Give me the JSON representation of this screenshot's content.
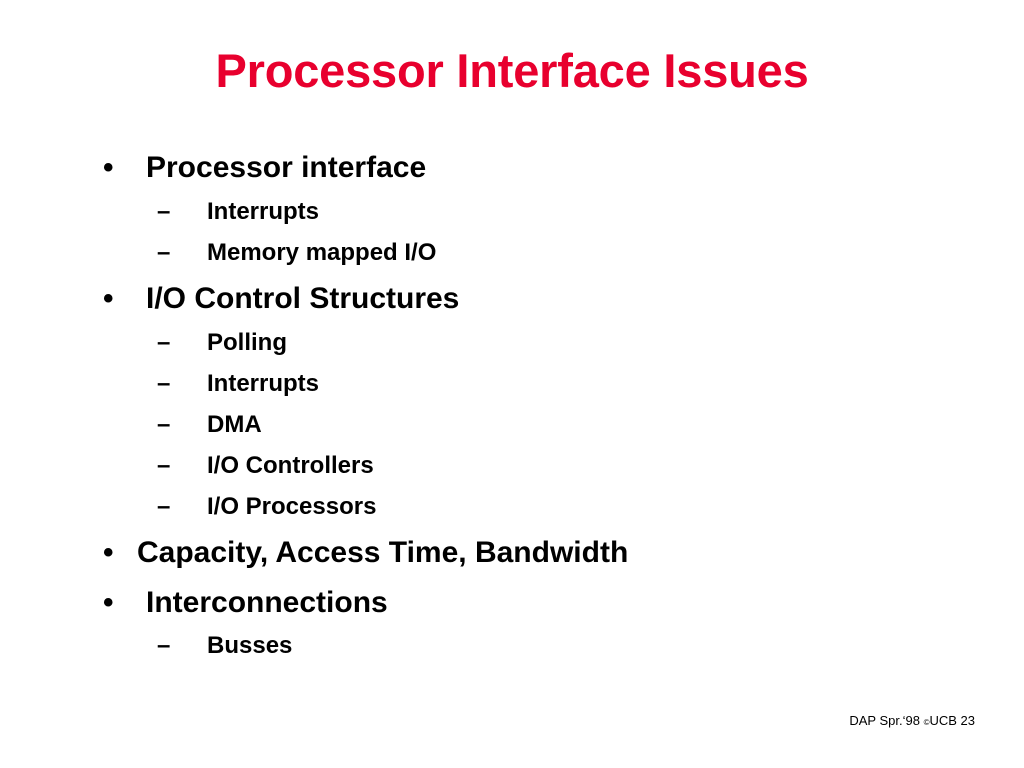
{
  "slide": {
    "title": "Processor Interface Issues",
    "title_color": "#e8002e",
    "bullet_symbol": "•",
    "dash_symbol": "–",
    "items": [
      {
        "text": "Processor interface",
        "level": 1
      },
      {
        "text": "Interrupts",
        "level": 2
      },
      {
        "text": "Memory mapped I/O",
        "level": 2
      },
      {
        "text": "I/O Control Structures",
        "level": 1
      },
      {
        "text": "Polling",
        "level": 2
      },
      {
        "text": "Interrupts",
        "level": 2
      },
      {
        "text": "DMA",
        "level": 2
      },
      {
        "text": "I/O Controllers",
        "level": 2
      },
      {
        "text": "I/O Processors",
        "level": 2
      },
      {
        "text": "Capacity, Access Time, Bandwidth",
        "level": 1
      },
      {
        "text": "Interconnections",
        "level": 1
      },
      {
        "text": "Busses",
        "level": 2
      }
    ],
    "footer": {
      "left": "DAP Spr.‘98 ",
      "small": "©",
      "right": "UCB 23"
    }
  }
}
